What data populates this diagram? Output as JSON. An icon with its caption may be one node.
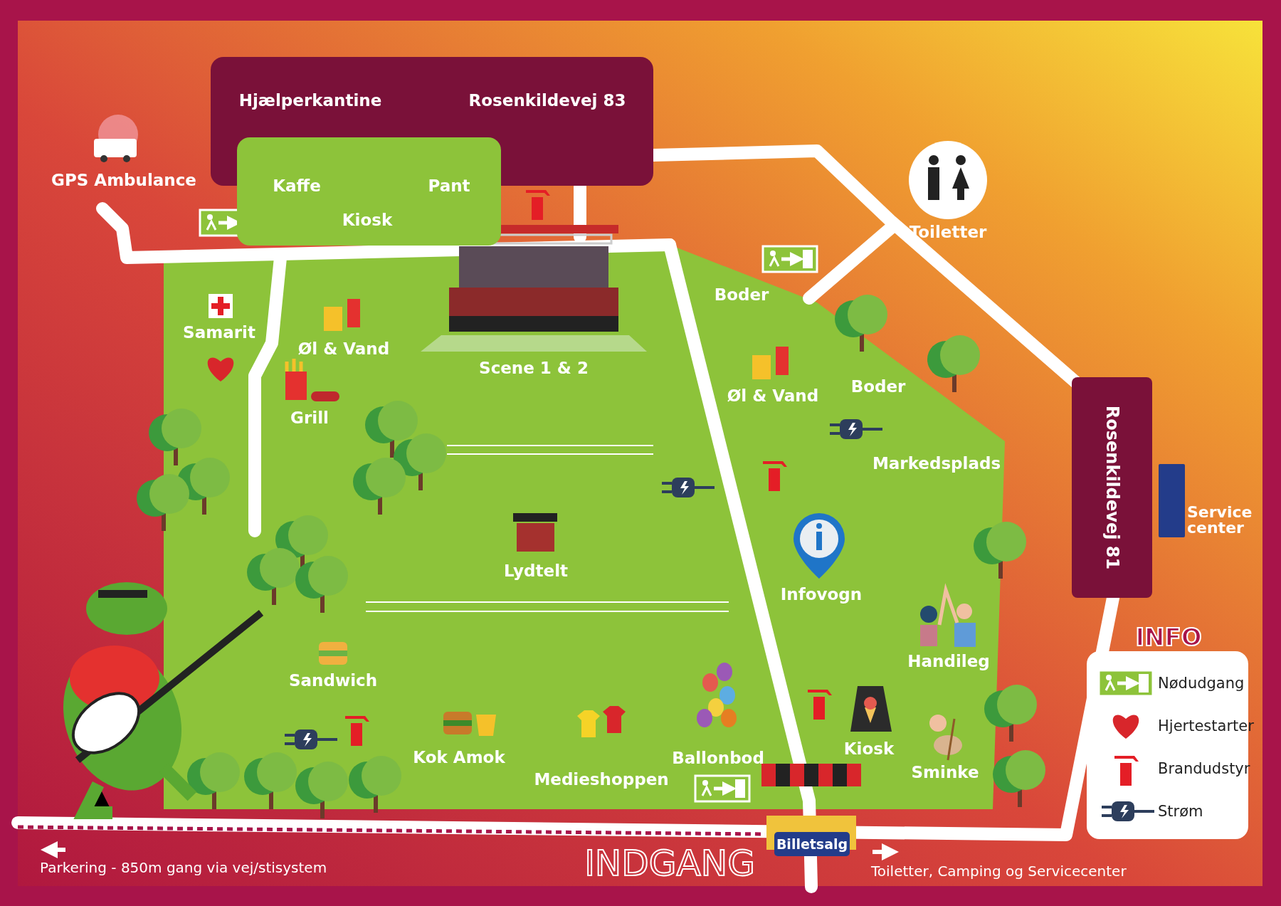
{
  "diagram": {
    "nodes": [
      {
        "text": [
          "Hjælperkantine",
          "Rosenkildevej 83"
        ]
      },
      {
        "text": [
          "Kaffe",
          "Kiosk",
          "Pant"
        ]
      },
      {
        "text": [
          "Rosenkildevej 81"
        ]
      },
      {
        "text": [],
        "shape": "bar",
        "beside": [
          "Service center"
        ]
      },
      {
        "text": [
          "Billetsalg"
        ]
      }
    ],
    "edges": [],
    "labels": [
      "GPS Ambulance",
      "Toiletter",
      "Samarit",
      "Øl & Vand",
      "Scene 1 & 2",
      "Boder",
      "Grill",
      "Øl & Vand",
      "Boder",
      "Markedsplads",
      "Lydtelt",
      "Infovogn",
      "INFO",
      "Handileg",
      "Sandwich",
      "Kok Amok",
      "Ballonbod",
      "Kiosk",
      "Sminke",
      "Medieshoppen",
      "Parkering - 850m gang via vej/stisystem",
      "INDGANG",
      "Toiletter, Camping og Servicecenter"
    ],
    "legend": [
      {
        "text": "Nødudgang"
      },
      {
        "text": "Hjertestarter"
      },
      {
        "text": "Brandudstyr"
      },
      {
        "text": "Strøm"
      }
    ]
  }
}
